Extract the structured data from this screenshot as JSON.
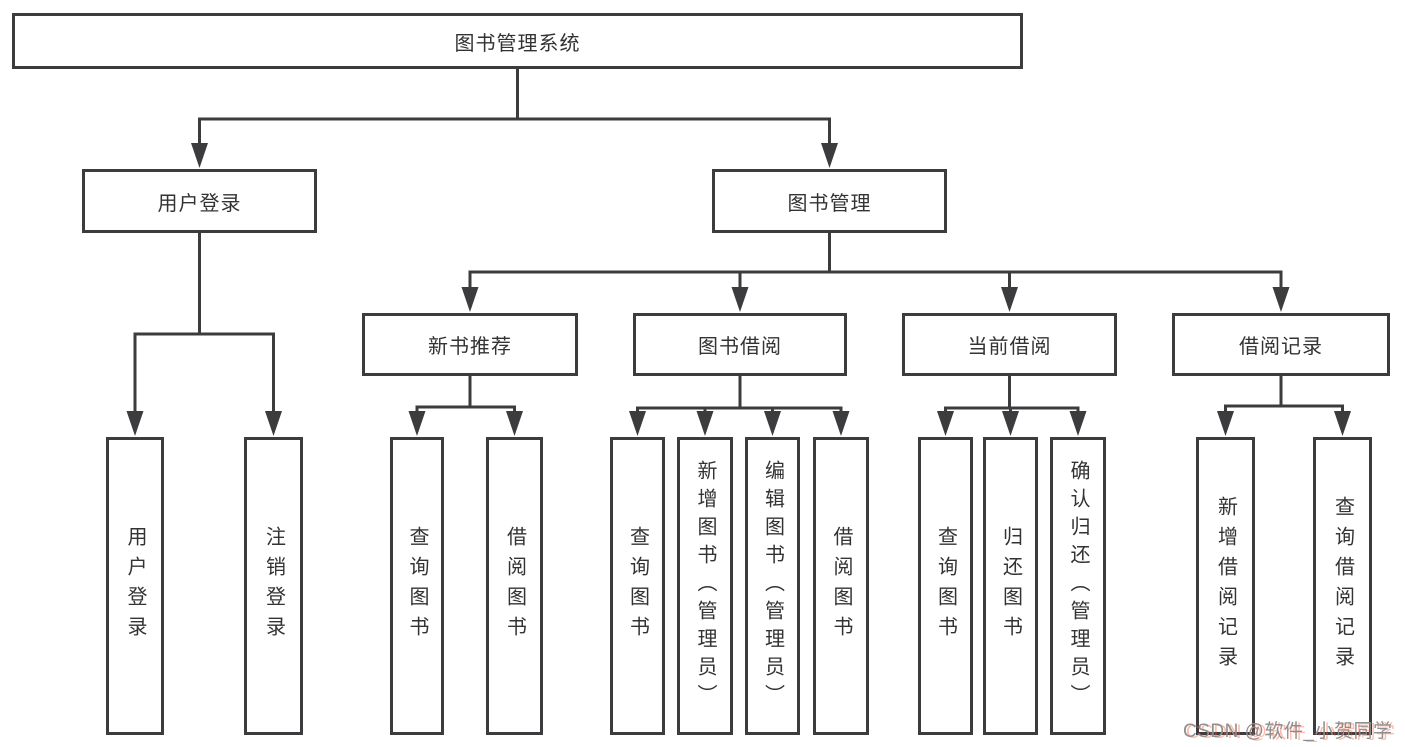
{
  "diagram": {
    "title": "图书管理系统",
    "nodes": [
      {
        "id": "root",
        "parent": null,
        "label": "图书管理系统",
        "text_direction": "horizontal"
      },
      {
        "id": "user-login",
        "parent": "root",
        "label": "用户登录",
        "text_direction": "horizontal"
      },
      {
        "id": "book-mgmt",
        "parent": "root",
        "label": "图书管理",
        "text_direction": "horizontal"
      },
      {
        "id": "new-book-rec",
        "parent": "book-mgmt",
        "label": "新书推荐",
        "text_direction": "horizontal"
      },
      {
        "id": "book-borrow",
        "parent": "book-mgmt",
        "label": "图书借阅",
        "text_direction": "horizontal"
      },
      {
        "id": "current-borrow",
        "parent": "book-mgmt",
        "label": "当前借阅",
        "text_direction": "horizontal"
      },
      {
        "id": "borrow-record",
        "parent": "book-mgmt",
        "label": "借阅记录",
        "text_direction": "horizontal"
      },
      {
        "id": "login",
        "parent": "user-login",
        "label": "用户登录",
        "text_direction": "vertical"
      },
      {
        "id": "logout",
        "parent": "user-login",
        "label": "注销登录",
        "text_direction": "vertical"
      },
      {
        "id": "rec-search-book",
        "parent": "new-book-rec",
        "label": "查询图书",
        "text_direction": "vertical"
      },
      {
        "id": "rec-borrow-book",
        "parent": "new-book-rec",
        "label": "借阅图书",
        "text_direction": "vertical"
      },
      {
        "id": "bb-search-book",
        "parent": "book-borrow",
        "label": "查询图书",
        "text_direction": "vertical"
      },
      {
        "id": "bb-add-book",
        "parent": "book-borrow",
        "label": "新增图书（管理员）",
        "text_direction": "vertical"
      },
      {
        "id": "bb-edit-book",
        "parent": "book-borrow",
        "label": "编辑图书（管理员）",
        "text_direction": "vertical"
      },
      {
        "id": "bb-borrow-book",
        "parent": "book-borrow",
        "label": "借阅图书",
        "text_direction": "vertical"
      },
      {
        "id": "cb-search-book",
        "parent": "current-borrow",
        "label": "查询图书",
        "text_direction": "vertical"
      },
      {
        "id": "cb-return-book",
        "parent": "current-borrow",
        "label": "归还图书",
        "text_direction": "vertical"
      },
      {
        "id": "cb-confirm-return",
        "parent": "current-borrow",
        "label": "确认归还（管理员）",
        "text_direction": "vertical"
      },
      {
        "id": "br-add-record",
        "parent": "borrow-record",
        "label": "新增借阅记录",
        "text_direction": "vertical"
      },
      {
        "id": "br-search-record",
        "parent": "borrow-record",
        "label": "查询借阅记录",
        "text_direction": "vertical"
      }
    ]
  },
  "watermark": {
    "text": "CSDN @软件_小贺同学"
  },
  "colors": {
    "line": "#3c3c3e",
    "box_background": "#ffffff",
    "background": "#ffffff",
    "text": "#333333",
    "watermark_text": "#8f8f8f",
    "watermark_accent": "#fc5531"
  }
}
